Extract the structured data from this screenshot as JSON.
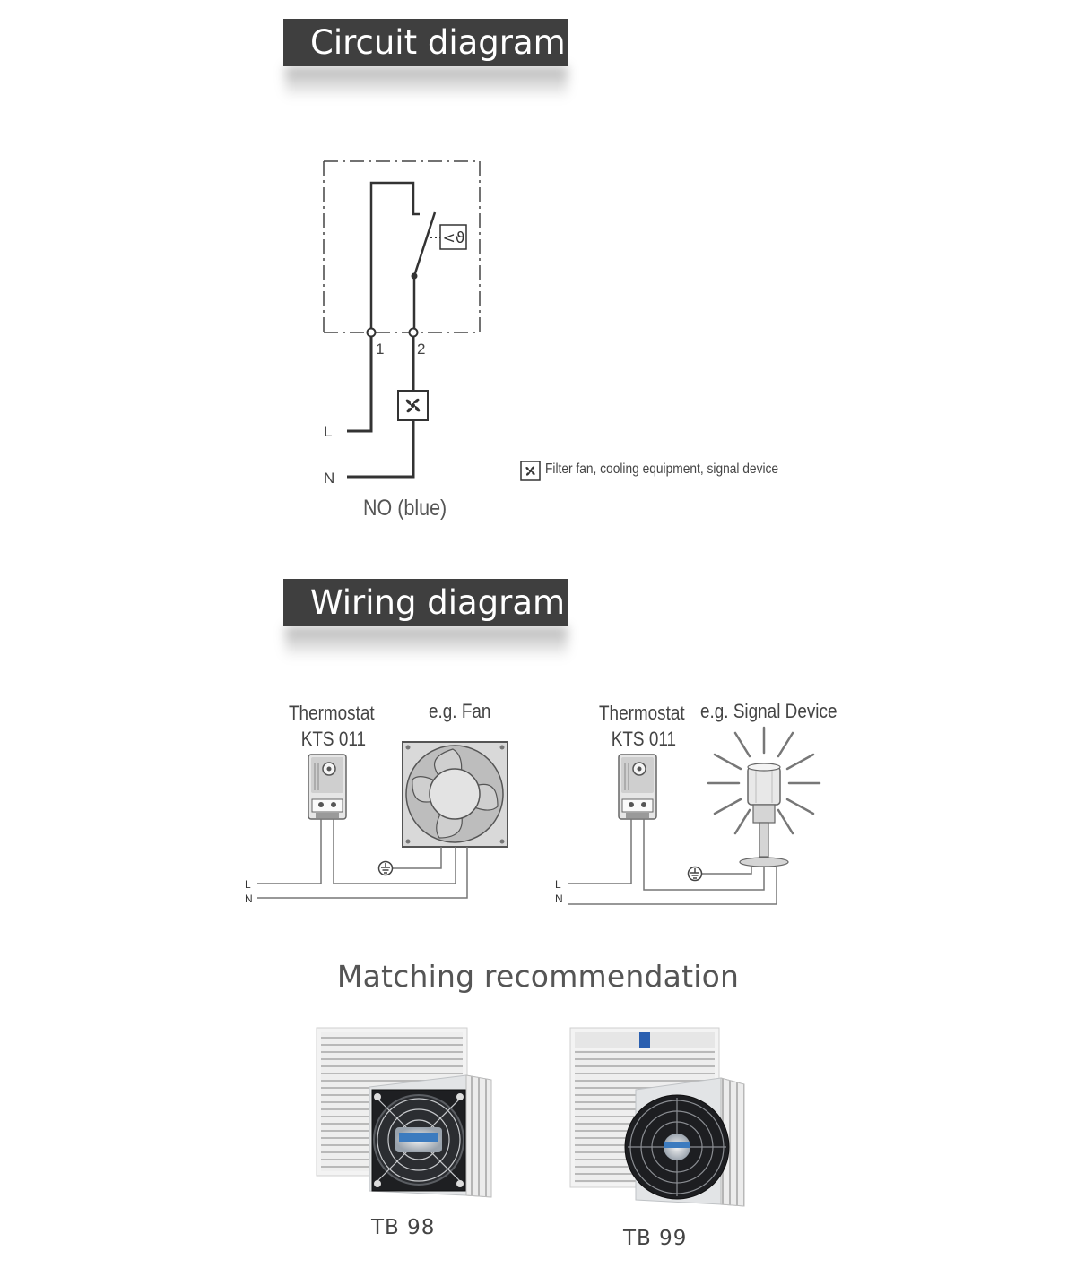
{
  "circuit": {
    "title": "Circuit diagram",
    "terminal_1": "1",
    "terminal_2": "2",
    "line_label": "L",
    "neutral_label": "N",
    "mode_label": "NO (blue)",
    "sensor_symbol": "<ϑ",
    "legend_text": "Filter fan, cooling equipment, signal device",
    "legend_icon": "fan-icon"
  },
  "wiring": {
    "title": "Wiring diagram",
    "left": {
      "thermostat_line1": "Thermostat",
      "thermostat_line2": "KTS 011",
      "device_label": "e.g. Fan",
      "line_label": "L",
      "neutral_label": "N",
      "ground_icon": "ground-icon"
    },
    "right": {
      "thermostat_line1": "Thermostat",
      "thermostat_line2": "KTS 011",
      "device_label": "e.g. Signal Device",
      "line_label": "L",
      "neutral_label": "N",
      "ground_icon": "ground-icon"
    }
  },
  "recommendation": {
    "title": "Matching recommendation",
    "products": [
      {
        "name": "TB 98"
      },
      {
        "name": "TB 99"
      }
    ]
  }
}
